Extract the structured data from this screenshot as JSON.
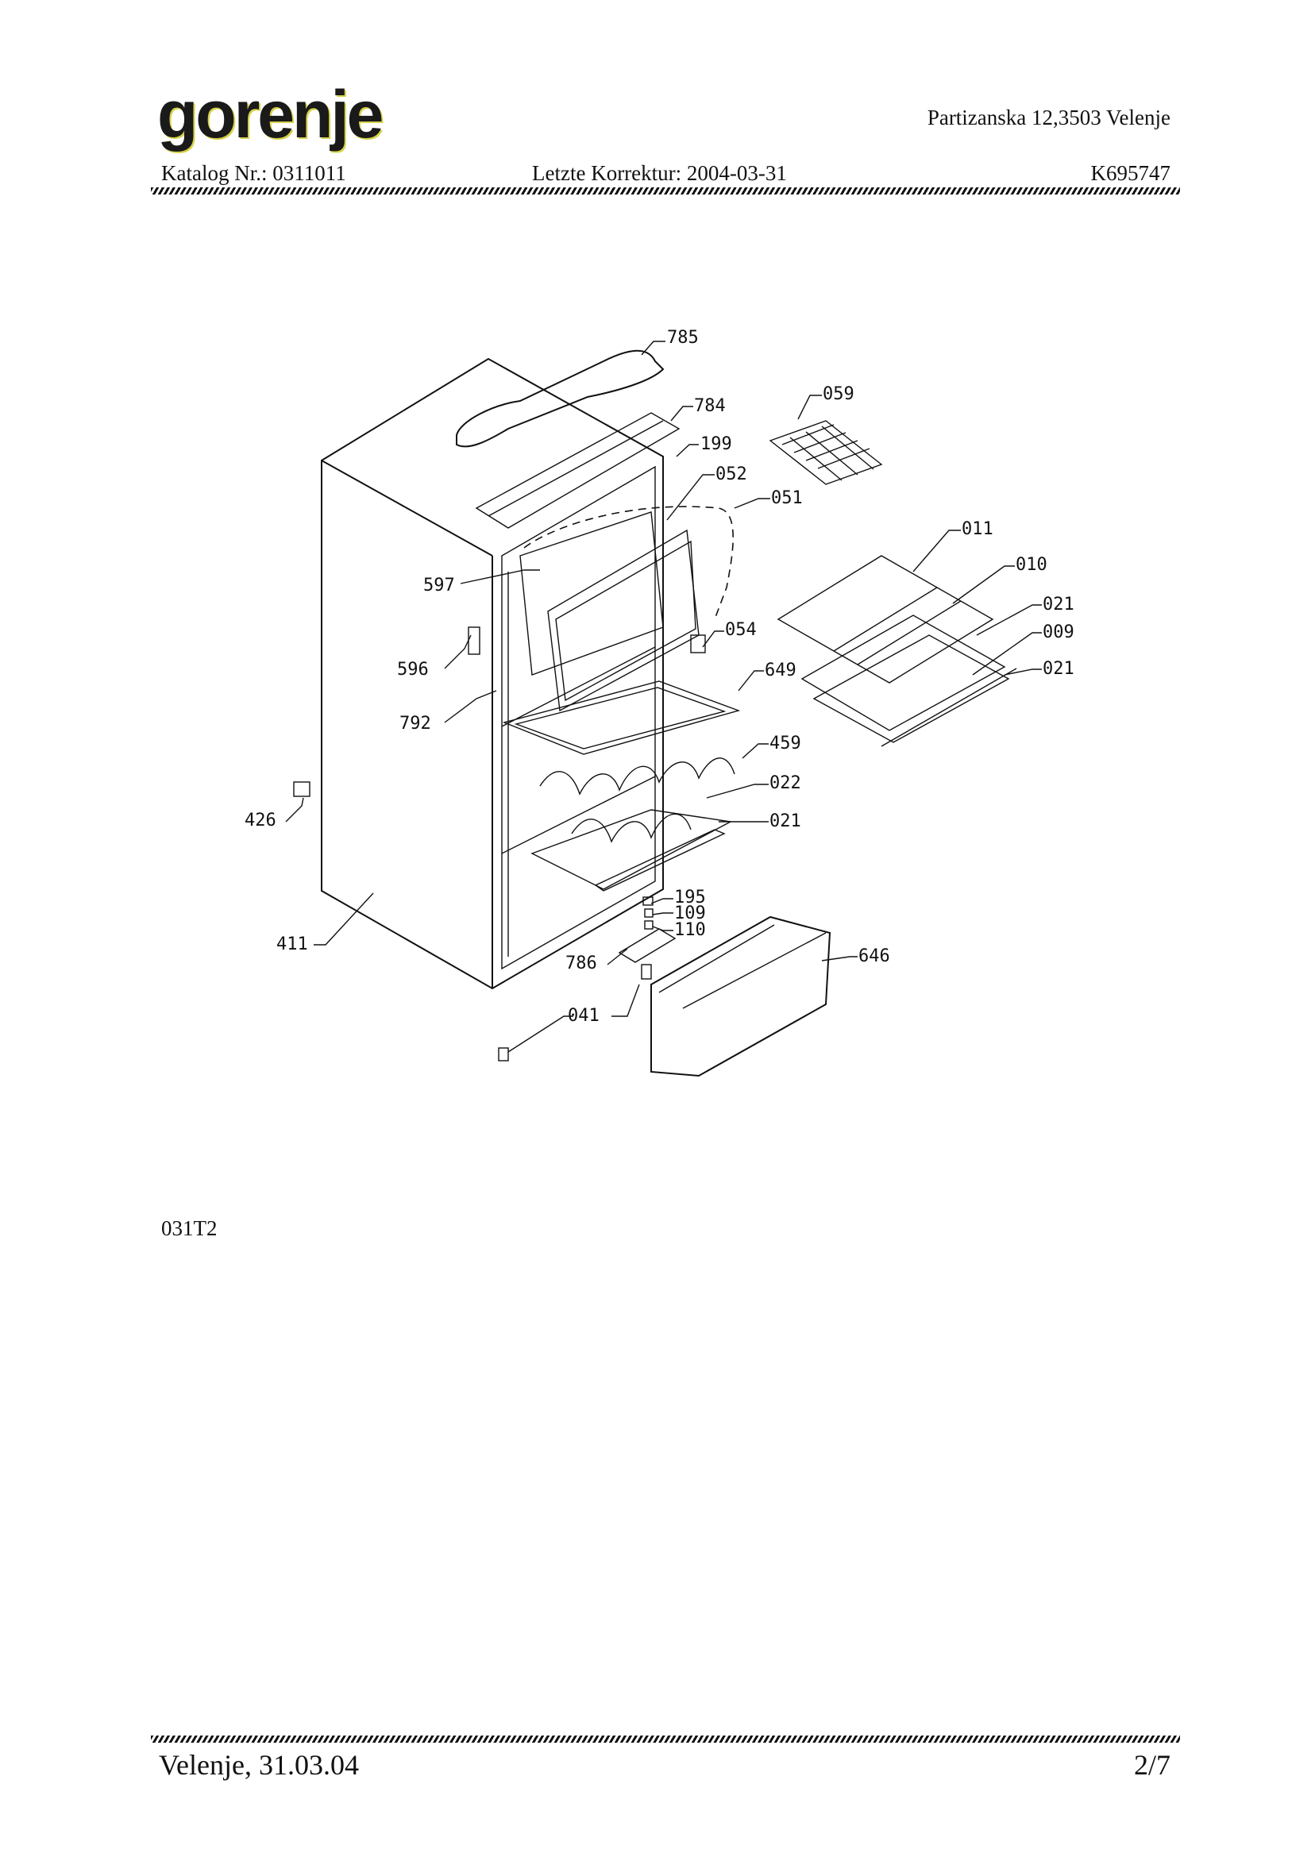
{
  "header": {
    "logo_text": "gorenje",
    "address": "Partizanska 12,3503 Velenje",
    "catalog": "Katalog Nr.: 0311011",
    "revision": "Letzte Korrektur: 2004-03-31",
    "model": "K695747"
  },
  "diagram": {
    "part_labels": [
      "785",
      "784",
      "199",
      "059",
      "052",
      "051",
      "011",
      "010",
      "597",
      "021",
      "009",
      "054",
      "596",
      "649",
      "021",
      "792",
      "459",
      "022",
      "426",
      "021",
      "195",
      "109",
      "110",
      "411",
      "786",
      "646",
      "041"
    ]
  },
  "code": "031T2",
  "footer": {
    "place_date": "Velenje, 31.03.04",
    "page": "2/7"
  }
}
